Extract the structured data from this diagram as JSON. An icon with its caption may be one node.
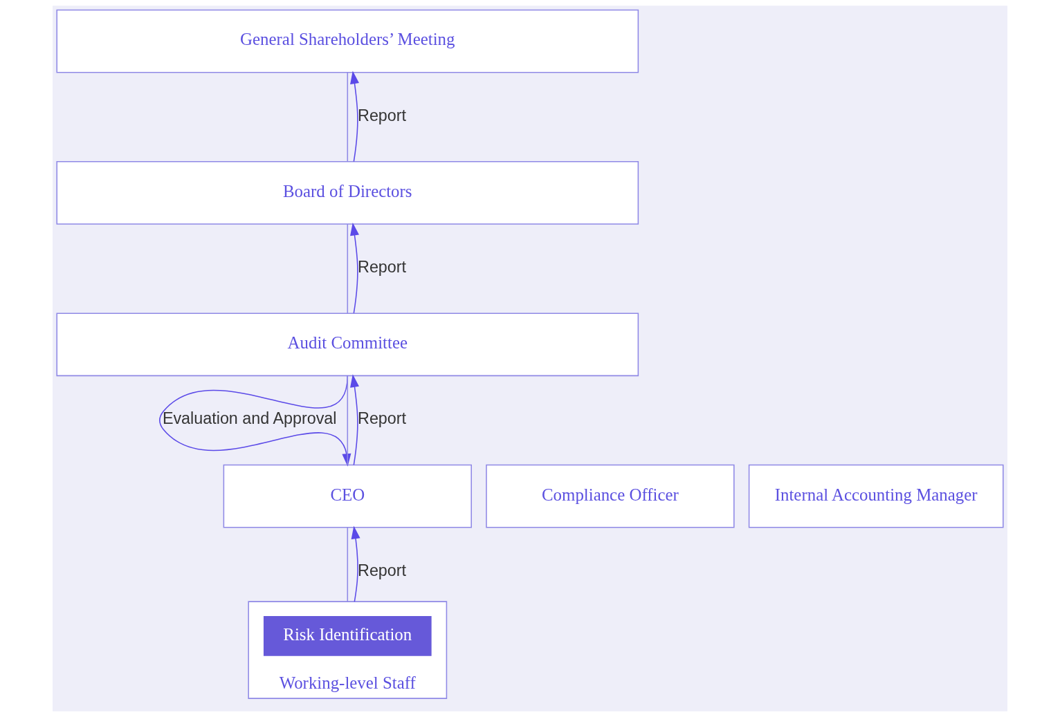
{
  "diagram": {
    "nodes": [
      {
        "text": [
          "General Shareholders’ Meeting"
        ]
      },
      {
        "text": [
          "Board of Directors"
        ]
      },
      {
        "text": [
          "Audit Committee"
        ]
      },
      {
        "text": [
          "Compliance Officer"
        ]
      },
      {
        "text": [
          "CEO"
        ]
      },
      {
        "text": [
          "Internal Accounting Manager"
        ]
      },
      {
        "text": [
          "Working-level Staff"
        ]
      },
      {
        "text": [
          "Risk Identification"
        ],
        "in": 6
      }
    ],
    "edges": [
      {
        "from": 0,
        "to": 1,
        "arrow": "none",
        "color": "#8f89e6"
      },
      {
        "from": 1,
        "to": 0,
        "arrow": "to",
        "label": "Report"
      },
      {
        "from": 1,
        "to": 2,
        "arrow": "none",
        "color": "#8f89e6"
      },
      {
        "from": 2,
        "to": 1,
        "arrow": "to",
        "label": "Report"
      },
      {
        "from": 2,
        "to": 4,
        "arrow": "to",
        "label": "Evaluation and Approval"
      },
      {
        "from": 2,
        "to": 4,
        "arrow": "none",
        "color": "#8f89e6"
      },
      {
        "from": 4,
        "to": 2,
        "arrow": "to",
        "label": "Report"
      },
      {
        "from": 4,
        "to": 6,
        "arrow": "none",
        "color": "#8f89e6"
      },
      {
        "from": 6,
        "to": 4,
        "arrow": "to",
        "label": "Report"
      }
    ]
  }
}
